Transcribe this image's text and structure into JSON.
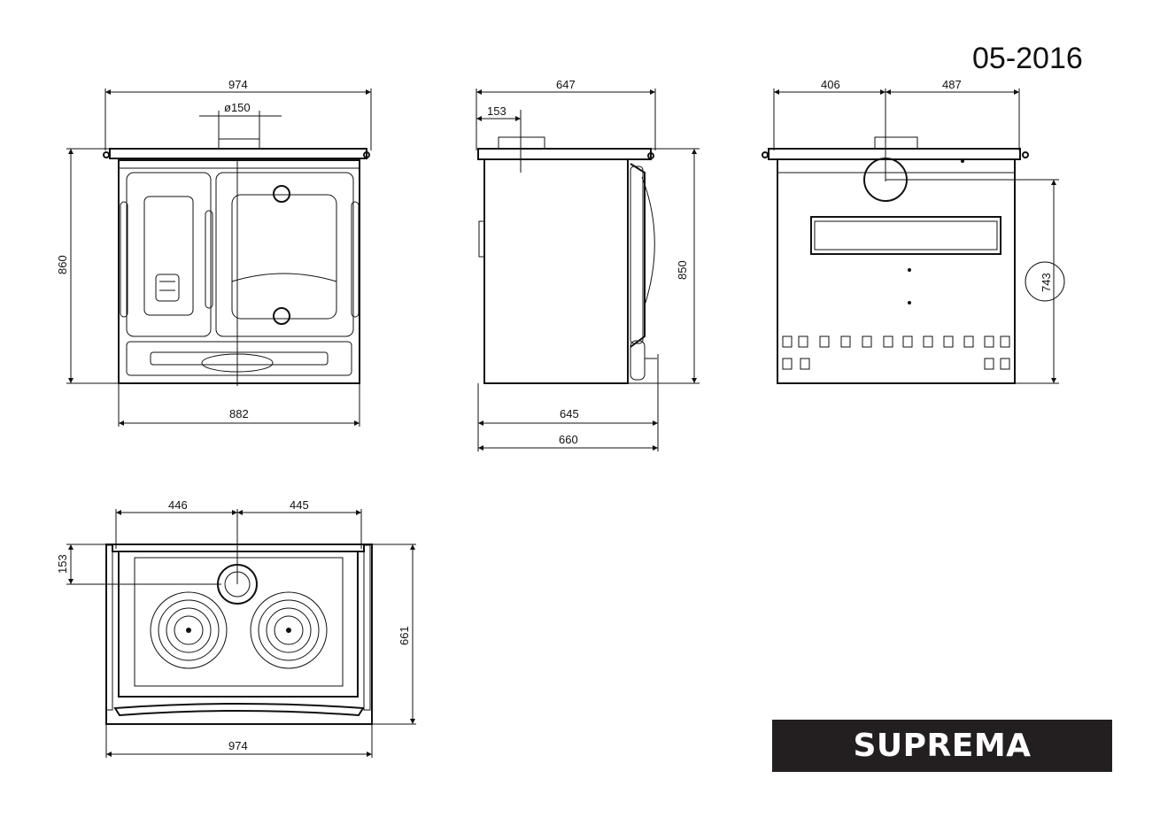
{
  "header": {
    "date_code": "05-2016"
  },
  "brand": {
    "name": "SUPREMA"
  },
  "front_view": {
    "width_top": "974",
    "flue_diameter": "ø150",
    "height": "860",
    "width_bottom": "882"
  },
  "side_view": {
    "depth_top": "647",
    "flue_offset": "153",
    "height": "850",
    "depth_inner": "645",
    "depth_total": "660"
  },
  "rear_view": {
    "left_width": "406",
    "right_width": "487",
    "flue_height": "743"
  },
  "top_view": {
    "left_width": "446",
    "right_width": "445",
    "flue_offset": "153",
    "depth": "661",
    "width_total": "974"
  }
}
